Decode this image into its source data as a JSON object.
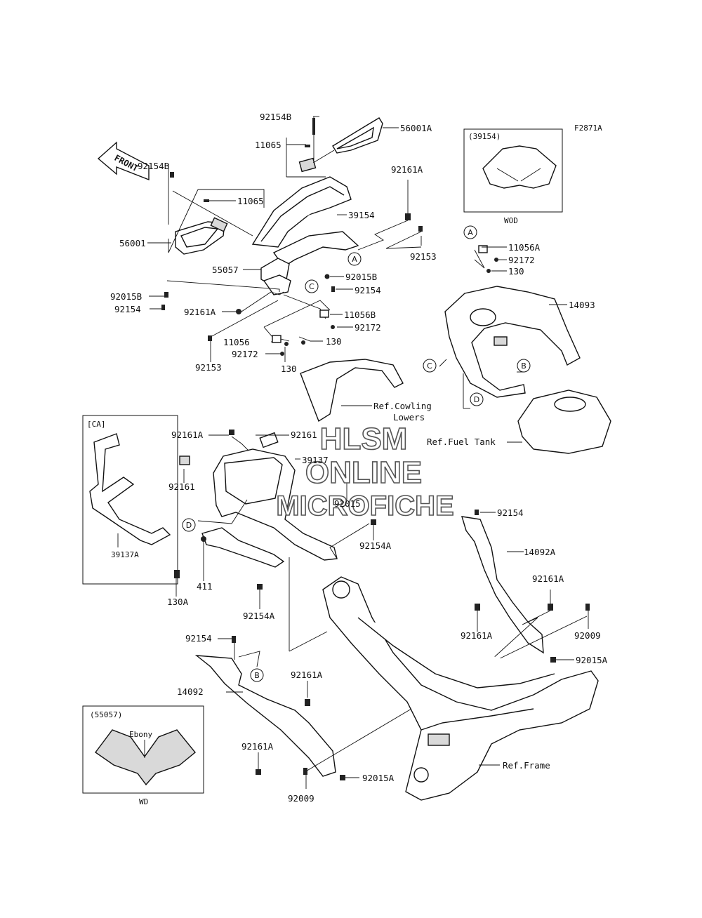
{
  "figure_code": "F2871A",
  "front_arrow": "FRONT",
  "watermark": [
    "HLSM",
    "ONLINE",
    "MICROFICHE"
  ],
  "circle_markers": [
    "A",
    "B",
    "C",
    "D"
  ],
  "insets": {
    "wod": {
      "title": "(39154)",
      "caption": "WOD"
    },
    "ca": {
      "title": "[CA]",
      "part": "39137A"
    },
    "wd": {
      "title": "(55057)",
      "note": "Ebony",
      "caption": "WD"
    }
  },
  "references": {
    "cowling": [
      "Ref.Cowling",
      "Lowers"
    ],
    "fuel_tank": "Ref.Fuel Tank",
    "frame": "Ref.Frame"
  },
  "part_labels": {
    "p92154B_top": "92154B",
    "p56001A": "56001A",
    "p11065_top": "11065",
    "p92154B_left": "92154B",
    "p11065_left": "11065",
    "p56001": "56001",
    "p39154": "39154",
    "p92161A_top": "92161A",
    "p92153_right": "92153",
    "p55057": "55057",
    "p92015B_mid": "92015B",
    "p92154_mid": "92154",
    "p92015B_left": "92015B",
    "p92154_left": "92154",
    "p92161A_left": "92161A",
    "p11056B": "11056B",
    "p92172_mid": "92172",
    "p11056": "11056",
    "p130_mid": "130",
    "p92172_low": "92172",
    "p92153_left": "92153",
    "p130_low": "130",
    "p11056A": "11056A",
    "p92172_right": "92172",
    "p130_right": "130",
    "p14093": "14093",
    "p92161A_stay": "92161A",
    "p92161_right": "92161",
    "p39137": "39137",
    "p92161_left": "92161",
    "p92015": "92015",
    "p92154A_mid": "92154A",
    "p130A": "130A",
    "p411": "411",
    "p92154A_low": "92154A",
    "p92154_r": "92154",
    "p14092A": "14092A",
    "p92161A_r1": "92161A",
    "p92161A_r2": "92161A",
    "p92009_r": "92009",
    "p92015A_r": "92015A",
    "p92154_low": "92154",
    "p14092": "14092",
    "p92161A_low1": "92161A",
    "p92161A_low2": "92161A",
    "p92009_low": "92009",
    "p92015A_low": "92015A"
  }
}
